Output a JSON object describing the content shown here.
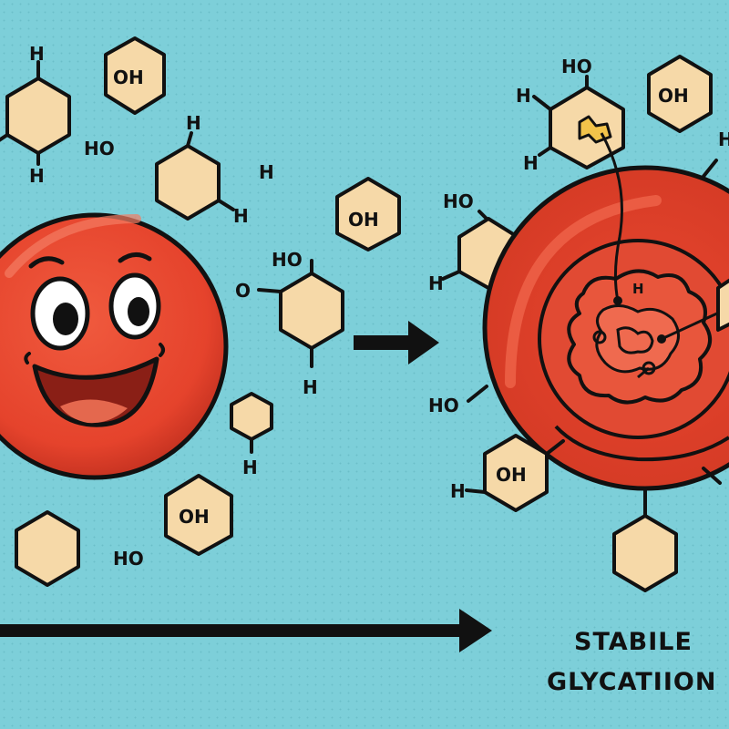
{
  "colors": {
    "background": "#7dcfd9",
    "dots": "#6bbfc9",
    "hex_fill": "#f6d9a8",
    "cell": "#e8452f",
    "cell_dark": "#c93422",
    "cell_light": "#f26a4e",
    "ink": "#111111",
    "mouth": "#8a1f16",
    "tongue": "#e4684e",
    "tag": "#f2c34a"
  },
  "labels": {
    "oh": "OH",
    "ho": "HO",
    "h": "H",
    "o": "O"
  },
  "caption": {
    "line1": "STABILE",
    "line2": "GLYCATIION"
  }
}
